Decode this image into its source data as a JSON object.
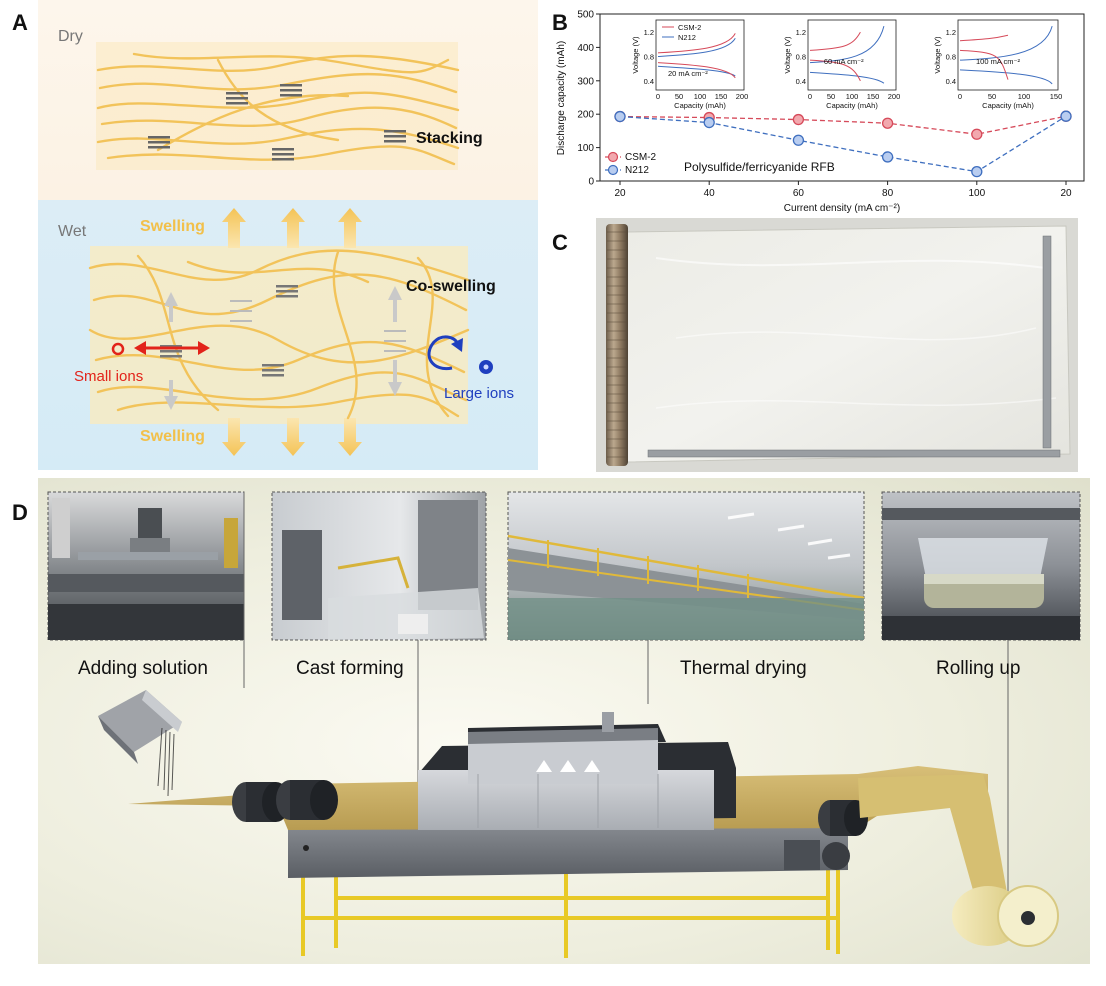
{
  "panel_labels": {
    "a": "A",
    "b": "B",
    "c": "C",
    "d": "D"
  },
  "panel_a": {
    "dry_label": "Dry",
    "wet_label": "Wet",
    "stacking_label": "Stacking",
    "coswelling_label": "Co-swelling",
    "swelling_top": "Swelling",
    "swelling_bottom": "Swelling",
    "small_ions": "Small ions",
    "large_ions": "Large ions"
  },
  "panel_b": {
    "annotation": "Polysulfide/ferricyanide RFB",
    "colors": {
      "csm2": "#d64a5a",
      "n212": "#3f6fbf"
    },
    "insets": [
      {
        "label": "20 mA cm⁻²",
        "xticks": [
          "0",
          "50",
          "100",
          "150",
          "200"
        ],
        "xmax": 200,
        "yticks": [
          "0.4",
          "0.8",
          "1.2"
        ],
        "xlabel": "Capacity (mAh)",
        "ylabel": "Voltage (V)",
        "legend": [
          "CSM-2",
          "N212"
        ]
      },
      {
        "label": "60 mA cm⁻²",
        "xticks": [
          "0",
          "50",
          "100",
          "150",
          "200"
        ],
        "xmax": 200,
        "yticks": [
          "0.4",
          "0.8",
          "1.2"
        ],
        "xlabel": "Capacity (mAh)",
        "ylabel": "Voltage (V)"
      },
      {
        "label": "100 mA cm⁻²",
        "xticks": [
          "0",
          "50",
          "100",
          "150"
        ],
        "xmax": 150,
        "yticks": [
          "0.4",
          "0.8",
          "1.2"
        ],
        "xlabel": "Capacity (mAh)",
        "ylabel": "Voltage (V)"
      }
    ]
  },
  "chart_data": {
    "type": "scatter",
    "categories": [
      "20",
      "40",
      "60",
      "80",
      "100",
      "20"
    ],
    "xlabel": "Current density (mA cm⁻²)",
    "ylabel": "Discharge capacity (mAh)",
    "ylim": [
      0,
      500
    ],
    "yticks": [
      0,
      100,
      200,
      300,
      400,
      500
    ],
    "series": [
      {
        "name": "CSM-2",
        "values": [
          193,
          190,
          184,
          173,
          140,
          194
        ]
      },
      {
        "name": "N212",
        "values": [
          193,
          175,
          122,
          72,
          28,
          194
        ]
      }
    ],
    "legend_position": "bottom-left",
    "grid": false
  },
  "panel_d": {
    "steps": [
      {
        "label": "Adding solution"
      },
      {
        "label": "Cast forming"
      },
      {
        "label": "Thermal drying"
      },
      {
        "label": "Rolling up"
      }
    ]
  }
}
